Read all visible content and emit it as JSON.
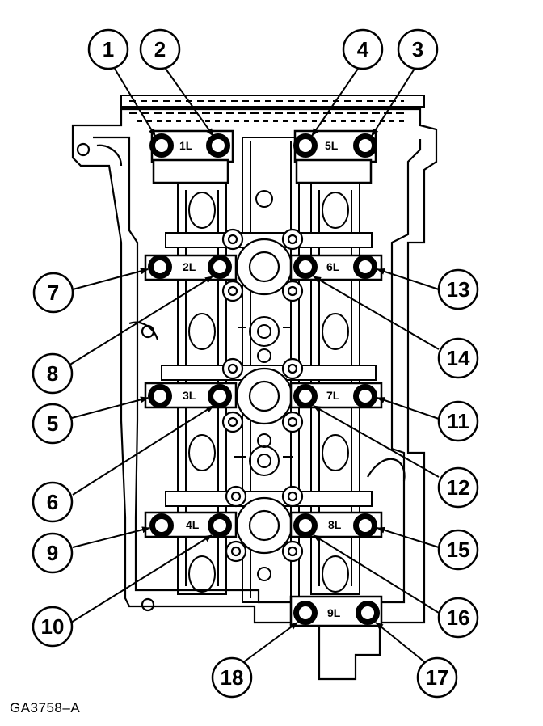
{
  "figure": {
    "code": "GA3758–A"
  },
  "caps": [
    {
      "label": "1L"
    },
    {
      "label": "5L"
    },
    {
      "label": "2L"
    },
    {
      "label": "6L"
    },
    {
      "label": "3L"
    },
    {
      "label": "7L"
    },
    {
      "label": "4L"
    },
    {
      "label": "8L"
    },
    {
      "label": "9L"
    }
  ],
  "callouts": [
    {
      "number": "1"
    },
    {
      "number": "2"
    },
    {
      "number": "4"
    },
    {
      "number": "3"
    },
    {
      "number": "7"
    },
    {
      "number": "13"
    },
    {
      "number": "8"
    },
    {
      "number": "14"
    },
    {
      "number": "5"
    },
    {
      "number": "11"
    },
    {
      "number": "6"
    },
    {
      "number": "12"
    },
    {
      "number": "9"
    },
    {
      "number": "15"
    },
    {
      "number": "10"
    },
    {
      "number": "16"
    },
    {
      "number": "18"
    },
    {
      "number": "17"
    }
  ]
}
